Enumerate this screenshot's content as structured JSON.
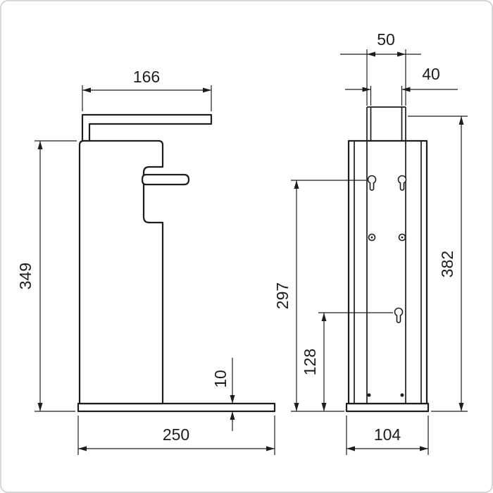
{
  "drawing": {
    "dimensions": {
      "side": {
        "arm_length": "166",
        "height": "349",
        "base_thickness": "10",
        "base_depth": "250"
      },
      "front": {
        "spout_outer_width": "50",
        "spout_inner_width": "40",
        "total_height": "382",
        "upper_mount_height": "297",
        "lower_mount_height": "128",
        "base_width": "104"
      }
    },
    "colors": {
      "line": "#1d1d1b",
      "background": "#ffffff",
      "frame": "#cccccc"
    }
  }
}
